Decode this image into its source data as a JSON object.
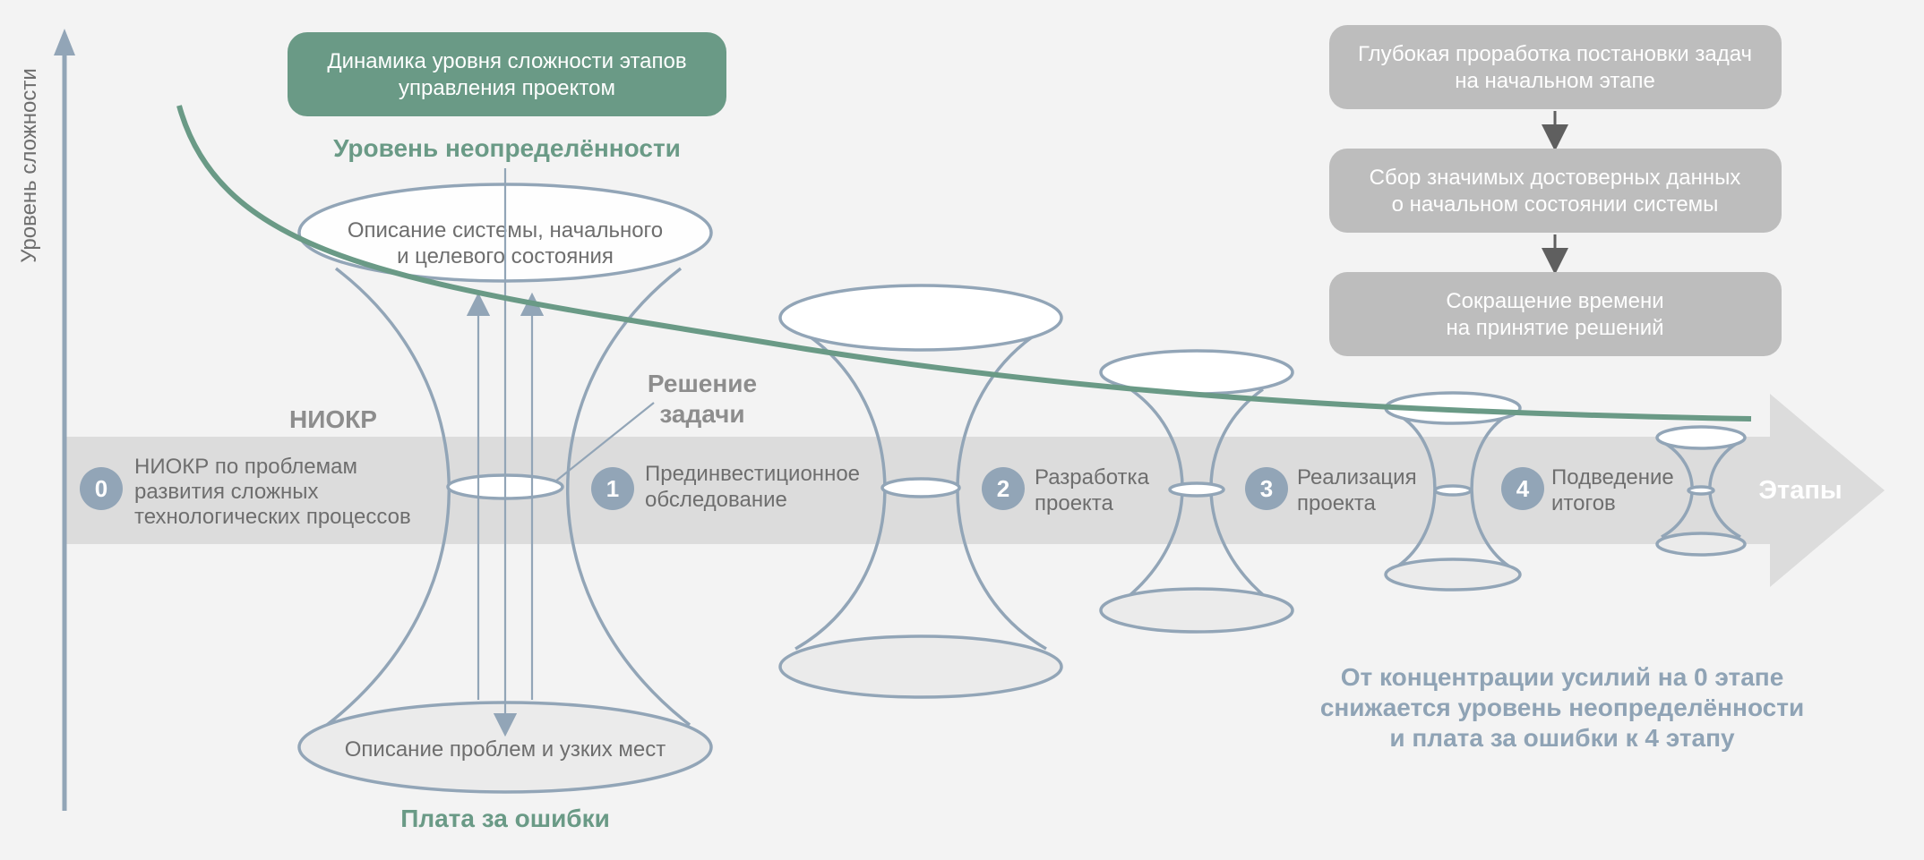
{
  "axis": {
    "y_label": "Уровень сложности"
  },
  "header_box": {
    "lines": [
      "Динамика уровня сложности этапов",
      "управления проектом"
    ],
    "color": "#6a9a86"
  },
  "uncertainty_label": "Уровень неопределённости",
  "error_cost_label": "Плата за ошибки",
  "niokr_label": "НИОКР",
  "solution_label": [
    "Решение",
    "задачи"
  ],
  "top_ellipse_text": [
    "Описание системы, начального",
    "и целевого состояния"
  ],
  "bottom_ellipse_text": "Описание проблем и узких мест",
  "stages_arrow_label": "Этапы",
  "stages": [
    {
      "num": "0",
      "lines": [
        "НИОКР по проблемам",
        "развития сложных",
        "технологических процессов"
      ]
    },
    {
      "num": "1",
      "lines": [
        "Прединвестиционное",
        "обследование"
      ]
    },
    {
      "num": "2",
      "lines": [
        "Разработка",
        "проекта"
      ]
    },
    {
      "num": "3",
      "lines": [
        "Реализация",
        "проекта"
      ]
    },
    {
      "num": "4",
      "lines": [
        "Подведение",
        "итогов"
      ]
    }
  ],
  "flow_boxes": [
    {
      "lines": [
        "Глубокая проработка постановки задач",
        "на начальном этапе"
      ]
    },
    {
      "lines": [
        "Сбор значимых достоверных данных",
        "о начальном состоянии системы"
      ]
    },
    {
      "lines": [
        "Сокращение времени",
        "на принятие решений"
      ]
    }
  ],
  "conclusion": [
    "От концентрации усилий на 0 этапе",
    "снижается уровень неопределённости",
    "и плата за ошибки к 4 этапу"
  ],
  "colors": {
    "green": "#6a9a86",
    "steel_blue": "#92a5b7",
    "band_gray": "#dcdcdc",
    "box_gray": "#bdbdbd",
    "background": "#f3f3f3"
  }
}
